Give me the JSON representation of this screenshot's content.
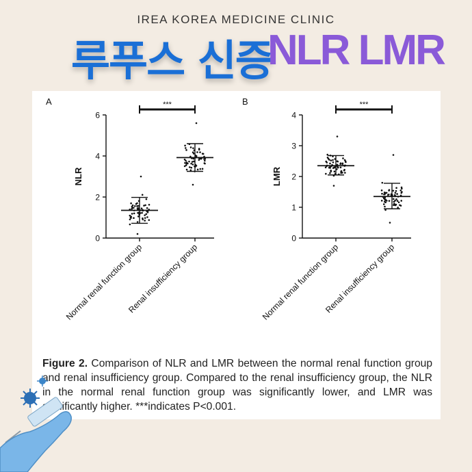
{
  "header": {
    "clinic": "IREA KOREA MEDICINE CLINIC",
    "title_ko": "루푸스 신증",
    "title_en": "NLR LMR"
  },
  "colors": {
    "title_ko": "#1a6fd6",
    "title_en": "#8a5ad8",
    "background": "#f3ece3"
  },
  "chart_data": [
    {
      "type": "scatter",
      "panel": "A",
      "ylabel": "NLR",
      "ylim": [
        0,
        6
      ],
      "yticks": [
        0,
        2,
        4,
        6
      ],
      "categories": [
        "Normal renal function group",
        "Renal insufficiency group"
      ],
      "series": [
        {
          "mean": 1.35,
          "sd_low": 0.72,
          "sd_high": 1.98,
          "min": 0.2,
          "max": 3.0
        },
        {
          "mean": 3.92,
          "sd_low": 3.25,
          "sd_high": 4.6,
          "min": 2.6,
          "max": 5.6
        }
      ],
      "annotation": "***"
    },
    {
      "type": "scatter",
      "panel": "B",
      "ylabel": "LMR",
      "ylim": [
        0,
        4
      ],
      "yticks": [
        0,
        1,
        2,
        3,
        4
      ],
      "categories": [
        "Normal renal function group",
        "Renal insufficiency group"
      ],
      "series": [
        {
          "mean": 2.35,
          "sd_low": 2.05,
          "sd_high": 2.68,
          "min": 1.7,
          "max": 3.3
        },
        {
          "mean": 1.35,
          "sd_low": 0.95,
          "sd_high": 1.78,
          "min": 0.5,
          "max": 2.7
        }
      ],
      "annotation": "***"
    }
  ],
  "caption": {
    "label": "Figure 2.",
    "text": " Comparison of NLR and LMR between the normal renal function group and renal insufficiency group. Compared to the renal insufficiency group, the NLR in the normal renal function group was significantly lower, and LMR was significantly higher. ***indicates P<0.001."
  }
}
